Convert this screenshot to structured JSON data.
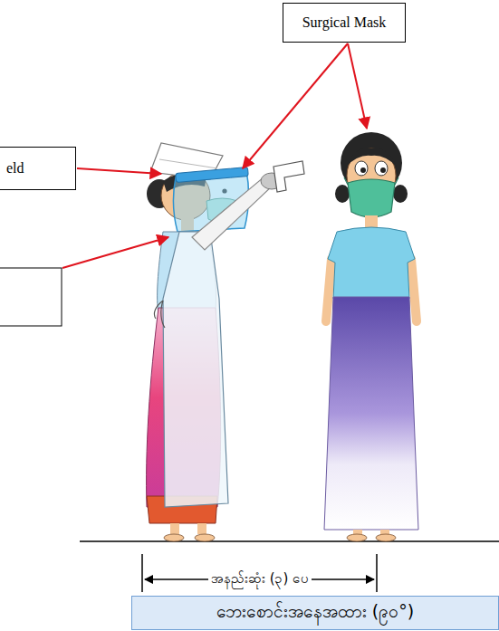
{
  "diagram": {
    "nodes": [
      {
        "text": [
          "Surgical Mask"
        ]
      },
      {
        "text": [
          "eld"
        ]
      },
      {
        "text": [
          "ဘေးစောင်းအနေအထား (၉၀°)"
        ]
      }
    ],
    "labels": [
      "အနည်းဆုံး (၃) ပေ"
    ]
  }
}
